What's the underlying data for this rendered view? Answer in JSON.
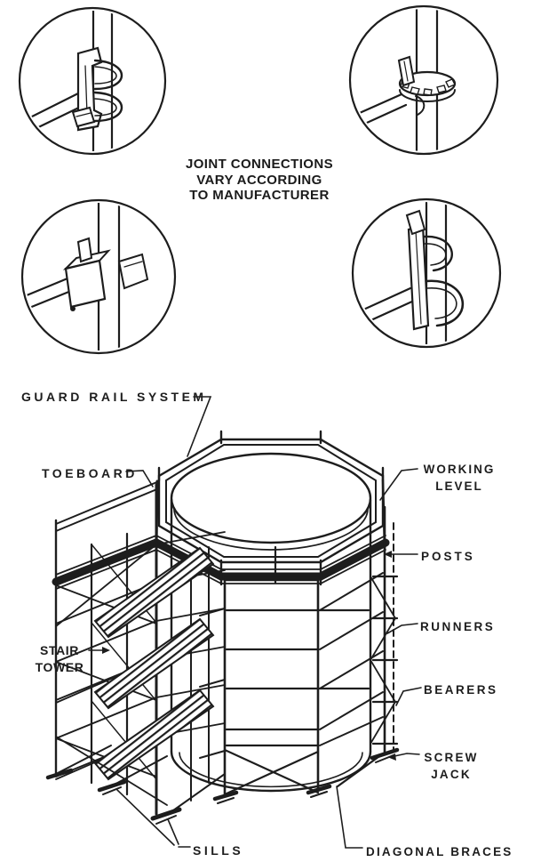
{
  "figure": {
    "title_note": "JOINT CONNECTIONS\nVARY ACCORDING\nTO MANUFACTURER",
    "labels": {
      "guard_rail_system": "GUARD RAIL SYSTEM",
      "toeboard": "TOEBOARD",
      "working_level": "WORKING\nLEVEL",
      "posts": "POSTS",
      "runners": "RUNNERS",
      "bearers": "BEARERS",
      "screw_jack": "SCREW\nJACK",
      "diagonal_braces": "DIAGONAL BRACES",
      "stair_tower": "STAIR\nTOWER",
      "sills": "SILLS"
    },
    "insets": {
      "top_left": "u-bolt-clamp-joint",
      "top_right": "ring-rosette-joint",
      "bottom_left": "cup-socket-joint",
      "bottom_right": "wedge-hook-joint"
    },
    "colors": {
      "ink": "#1d1d1d",
      "paper": "#ffffff"
    }
  }
}
